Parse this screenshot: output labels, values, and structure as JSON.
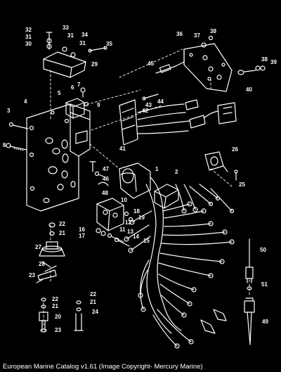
{
  "caption": "European Marine Catalog v1.61 (Image Copyright- Mercury Marine)",
  "callouts": {
    "c1": "1",
    "c2": "2",
    "c3": "3",
    "c4": "4",
    "c5": "5",
    "c6": "6",
    "c7": "7",
    "c8": "8",
    "c9": "9",
    "c10": "10",
    "c11": "11",
    "c12": "12",
    "c13": "13",
    "c14": "14",
    "c15": "15",
    "c16": "16",
    "c17": "17",
    "c18": "18",
    "c19": "19",
    "c20": "20",
    "c21a": "21",
    "c21b": "21",
    "c21c": "21",
    "c22a": "22",
    "c22b": "22",
    "c22c": "22",
    "c23a": "23",
    "c23b": "23",
    "c24": "24",
    "c25": "25",
    "c26": "26",
    "c27": "27",
    "c28": "28",
    "c29": "29",
    "c30": "30",
    "c31a": "31",
    "c31b": "31",
    "c31c": "31",
    "c32": "32",
    "c33": "33",
    "c34": "34",
    "c35": "35",
    "c36": "36",
    "c37": "37",
    "c38a": "38",
    "c38b": "38",
    "c39": "39",
    "c40": "40",
    "c41": "41",
    "c42": "42",
    "c43": "43",
    "c44": "44",
    "c45": "45",
    "c46": "46",
    "c47": "47",
    "c48": "48",
    "c49": "49",
    "c50": "50",
    "c51": "51"
  },
  "colors": {
    "background": "#000000",
    "line": "#ffffff"
  }
}
